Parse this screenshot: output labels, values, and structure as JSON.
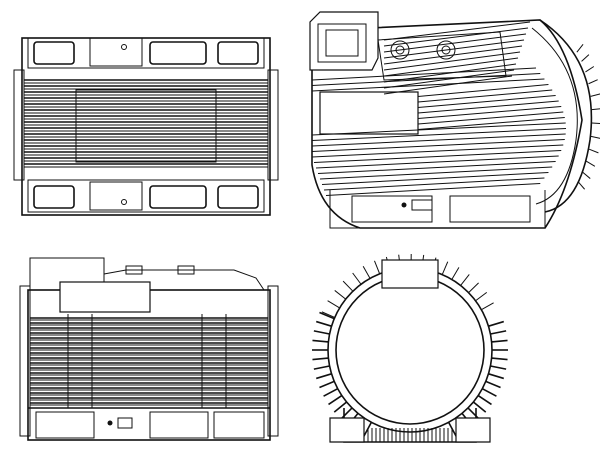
{
  "drawing": {
    "views": [
      {
        "key": "top",
        "name": "top-view"
      },
      {
        "key": "iso",
        "name": "isometric-view"
      },
      {
        "key": "side",
        "name": "side-view"
      },
      {
        "key": "front",
        "name": "front-view"
      }
    ]
  },
  "colors": {
    "line": "#111111",
    "background": "#ffffff"
  }
}
